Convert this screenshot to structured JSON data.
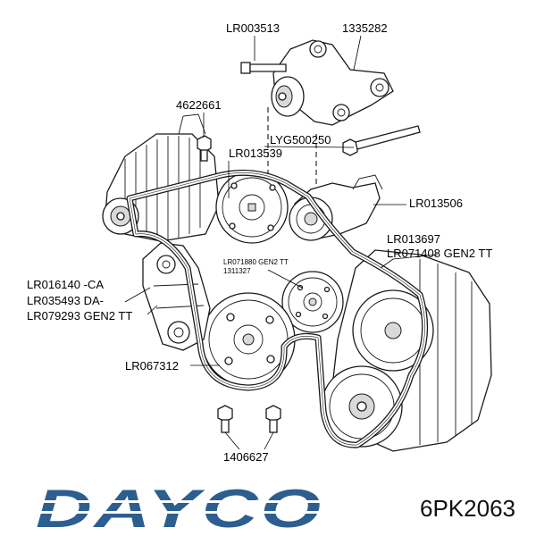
{
  "callouts": {
    "lr003513": "LR003513",
    "n1335282": "1335282",
    "n4622661": "4622661",
    "lyg500250": "LYG500250",
    "lr013539": "LR013539",
    "lr013506": "LR013506",
    "lr013697": "LR013697",
    "lr071408": "LR071408 GEN2 TT",
    "lr071880": "LR071880 GEN2 TT",
    "n1311327": "1311327",
    "lr016140": "LR016140 -CA",
    "lr035493": "LR035493 DA-",
    "lr079293": "LR079293 GEN2 TT",
    "lr067312": "LR067312",
    "n1406627": "1406627"
  },
  "brand": {
    "name": "DAYCO",
    "color": "#2c5e8f"
  },
  "part_number": "6PK2063"
}
